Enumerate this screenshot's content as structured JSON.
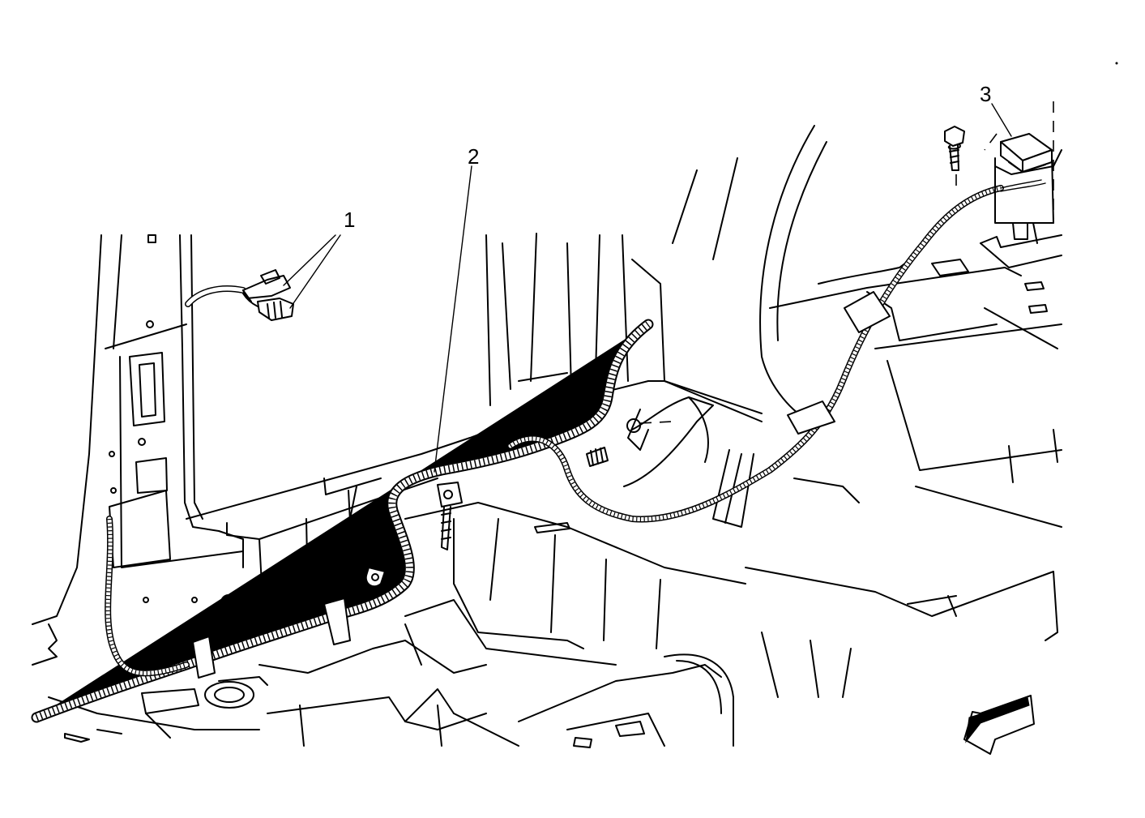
{
  "callouts": [
    {
      "id": "1",
      "label": "1"
    },
    {
      "id": "2",
      "label": "2"
    },
    {
      "id": "3",
      "label": "3"
    }
  ],
  "icons": {
    "direction_arrow": "front-direction-arrow-icon",
    "bolt": "bolt-icon",
    "module": "module-icon",
    "connector": "connector-icon"
  },
  "colors": {
    "line": "#000000",
    "background": "#ffffff"
  }
}
